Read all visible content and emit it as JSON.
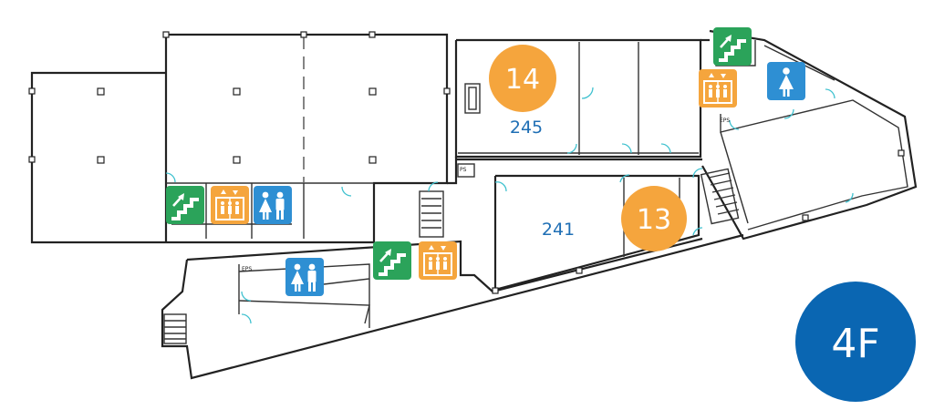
{
  "floor": {
    "label": "4F",
    "color": "#0a66b2"
  },
  "markers": [
    {
      "number": "14",
      "color": "#f5a53d"
    },
    {
      "number": "13",
      "color": "#f5a53d"
    }
  ],
  "rooms": [
    {
      "number": "245"
    },
    {
      "number": "241"
    }
  ],
  "small_labels": {
    "ps": "PS",
    "eps_left": "EPS",
    "eps_right": "EPS"
  },
  "icons": {
    "stairs": "stairs-icon",
    "elevator": "elevator-icon",
    "restroom": "restroom-icon",
    "female_restroom": "female-restroom-icon"
  },
  "colors": {
    "stairs_bg": "#2ba35a",
    "elevator_bg": "#f5a53d",
    "restroom_bg": "#2e8fd3",
    "room_label": "#1f6fb5",
    "door": "#3fc1cf"
  }
}
